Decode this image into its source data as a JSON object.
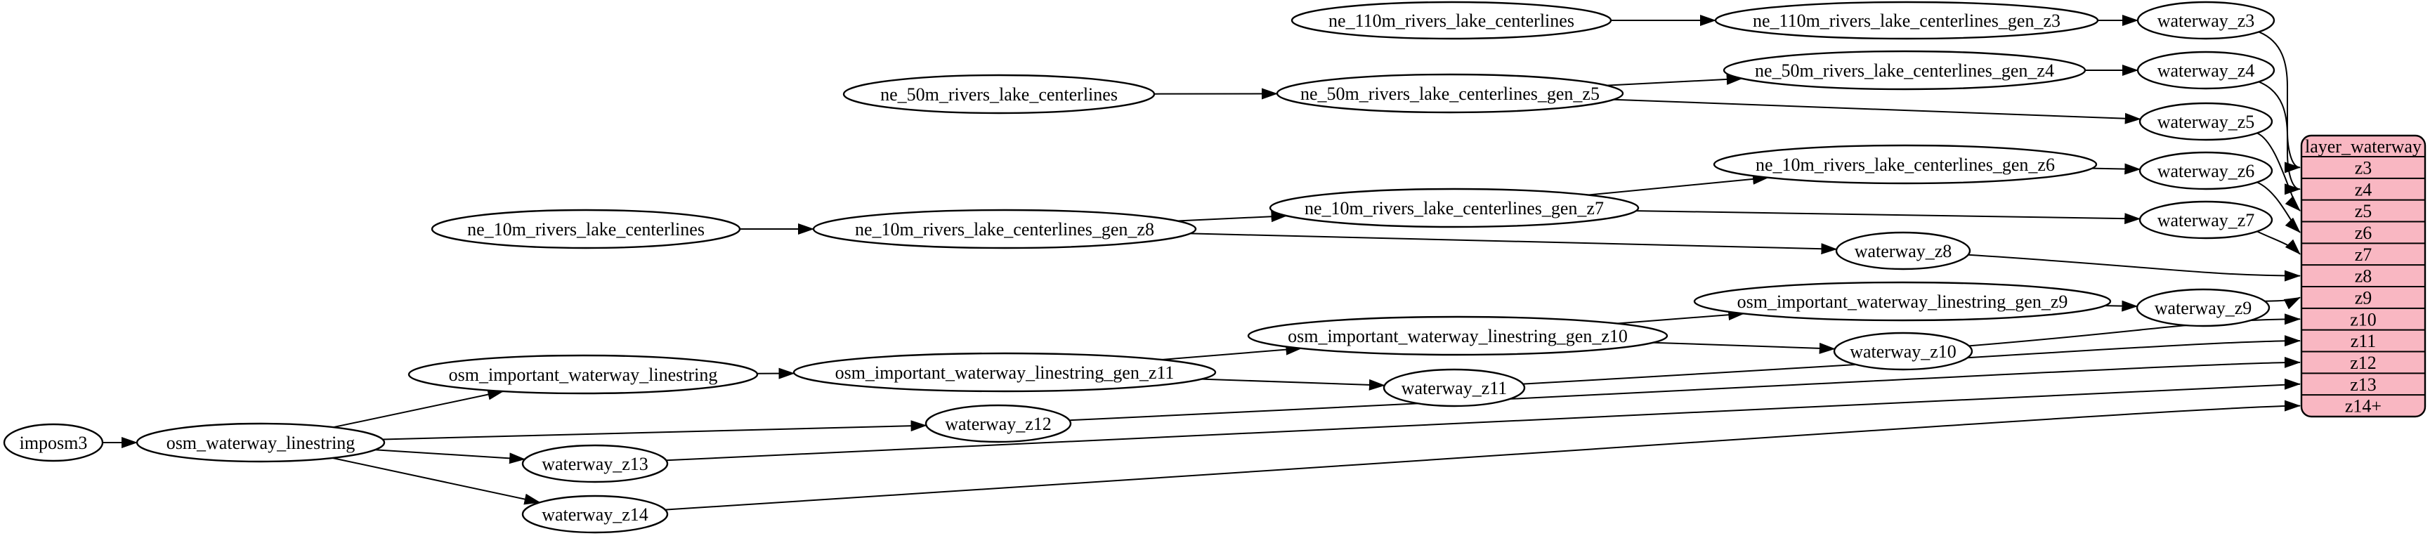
{
  "diagram": {
    "background_color": "#ffffff",
    "node_fill": "#ffffff",
    "node_stroke": "#000000",
    "edge_color": "#000000",
    "nodes": [
      {
        "id": "imposm3",
        "label": "imposm3"
      },
      {
        "id": "osm_waterway_linestring",
        "label": "osm_waterway_linestring"
      },
      {
        "id": "osm_important_waterway_linestring",
        "label": "osm_important_waterway_linestring"
      },
      {
        "id": "osm_important_waterway_linestring_gen_z11",
        "label": "osm_important_waterway_linestring_gen_z11"
      },
      {
        "id": "osm_important_waterway_linestring_gen_z10",
        "label": "osm_important_waterway_linestring_gen_z10"
      },
      {
        "id": "osm_important_waterway_linestring_gen_z9",
        "label": "osm_important_waterway_linestring_gen_z9"
      },
      {
        "id": "ne_110m_rivers_lake_centerlines",
        "label": "ne_110m_rivers_lake_centerlines"
      },
      {
        "id": "ne_110m_rivers_lake_centerlines_gen_z3",
        "label": "ne_110m_rivers_lake_centerlines_gen_z3"
      },
      {
        "id": "ne_50m_rivers_lake_centerlines",
        "label": "ne_50m_rivers_lake_centerlines"
      },
      {
        "id": "ne_50m_rivers_lake_centerlines_gen_z5",
        "label": "ne_50m_rivers_lake_centerlines_gen_z5"
      },
      {
        "id": "ne_50m_rivers_lake_centerlines_gen_z4",
        "label": "ne_50m_rivers_lake_centerlines_gen_z4"
      },
      {
        "id": "ne_10m_rivers_lake_centerlines",
        "label": "ne_10m_rivers_lake_centerlines"
      },
      {
        "id": "ne_10m_rivers_lake_centerlines_gen_z8",
        "label": "ne_10m_rivers_lake_centerlines_gen_z8"
      },
      {
        "id": "ne_10m_rivers_lake_centerlines_gen_z7",
        "label": "ne_10m_rivers_lake_centerlines_gen_z7"
      },
      {
        "id": "ne_10m_rivers_lake_centerlines_gen_z6",
        "label": "ne_10m_rivers_lake_centerlines_gen_z6"
      },
      {
        "id": "waterway_z3",
        "label": "waterway_z3"
      },
      {
        "id": "waterway_z4",
        "label": "waterway_z4"
      },
      {
        "id": "waterway_z5",
        "label": "waterway_z5"
      },
      {
        "id": "waterway_z6",
        "label": "waterway_z6"
      },
      {
        "id": "waterway_z7",
        "label": "waterway_z7"
      },
      {
        "id": "waterway_z8",
        "label": "waterway_z8"
      },
      {
        "id": "waterway_z9",
        "label": "waterway_z9"
      },
      {
        "id": "waterway_z10",
        "label": "waterway_z10"
      },
      {
        "id": "waterway_z11",
        "label": "waterway_z11"
      },
      {
        "id": "waterway_z12",
        "label": "waterway_z12"
      },
      {
        "id": "waterway_z13",
        "label": "waterway_z13"
      },
      {
        "id": "waterway_z14",
        "label": "waterway_z14"
      }
    ],
    "table": {
      "title": "layer_waterway",
      "fill": "#f9b7c2",
      "stroke": "#000000",
      "rows": [
        "z3",
        "z4",
        "z5",
        "z6",
        "z7",
        "z8",
        "z9",
        "z10",
        "z11",
        "z12",
        "z13",
        "z14+"
      ]
    },
    "edges": [
      {
        "from": "imposm3",
        "to": "osm_waterway_linestring"
      },
      {
        "from": "osm_waterway_linestring",
        "to": "osm_important_waterway_linestring"
      },
      {
        "from": "osm_waterway_linestring",
        "to": "waterway_z12"
      },
      {
        "from": "osm_waterway_linestring",
        "to": "waterway_z13"
      },
      {
        "from": "osm_waterway_linestring",
        "to": "waterway_z14"
      },
      {
        "from": "osm_important_waterway_linestring",
        "to": "osm_important_waterway_linestring_gen_z11"
      },
      {
        "from": "osm_important_waterway_linestring_gen_z11",
        "to": "osm_important_waterway_linestring_gen_z10"
      },
      {
        "from": "osm_important_waterway_linestring_gen_z11",
        "to": "waterway_z11"
      },
      {
        "from": "osm_important_waterway_linestring_gen_z10",
        "to": "osm_important_waterway_linestring_gen_z9"
      },
      {
        "from": "osm_important_waterway_linestring_gen_z10",
        "to": "waterway_z10"
      },
      {
        "from": "osm_important_waterway_linestring_gen_z9",
        "to": "waterway_z9"
      },
      {
        "from": "ne_110m_rivers_lake_centerlines",
        "to": "ne_110m_rivers_lake_centerlines_gen_z3"
      },
      {
        "from": "ne_110m_rivers_lake_centerlines_gen_z3",
        "to": "waterway_z3"
      },
      {
        "from": "ne_50m_rivers_lake_centerlines",
        "to": "ne_50m_rivers_lake_centerlines_gen_z5"
      },
      {
        "from": "ne_50m_rivers_lake_centerlines_gen_z5",
        "to": "ne_50m_rivers_lake_centerlines_gen_z4"
      },
      {
        "from": "ne_50m_rivers_lake_centerlines_gen_z5",
        "to": "waterway_z5"
      },
      {
        "from": "ne_50m_rivers_lake_centerlines_gen_z4",
        "to": "waterway_z4"
      },
      {
        "from": "ne_10m_rivers_lake_centerlines",
        "to": "ne_10m_rivers_lake_centerlines_gen_z8"
      },
      {
        "from": "ne_10m_rivers_lake_centerlines_gen_z8",
        "to": "ne_10m_rivers_lake_centerlines_gen_z7"
      },
      {
        "from": "ne_10m_rivers_lake_centerlines_gen_z8",
        "to": "waterway_z8"
      },
      {
        "from": "ne_10m_rivers_lake_centerlines_gen_z7",
        "to": "ne_10m_rivers_lake_centerlines_gen_z6"
      },
      {
        "from": "ne_10m_rivers_lake_centerlines_gen_z7",
        "to": "waterway_z7"
      },
      {
        "from": "ne_10m_rivers_lake_centerlines_gen_z6",
        "to": "waterway_z6"
      },
      {
        "from": "waterway_z3",
        "to": "row:z3"
      },
      {
        "from": "waterway_z4",
        "to": "row:z4"
      },
      {
        "from": "waterway_z5",
        "to": "row:z5"
      },
      {
        "from": "waterway_z6",
        "to": "row:z6"
      },
      {
        "from": "waterway_z7",
        "to": "row:z7"
      },
      {
        "from": "waterway_z8",
        "to": "row:z8"
      },
      {
        "from": "waterway_z9",
        "to": "row:z9"
      },
      {
        "from": "waterway_z10",
        "to": "row:z10"
      },
      {
        "from": "waterway_z11",
        "to": "row:z11"
      },
      {
        "from": "waterway_z12",
        "to": "row:z12"
      },
      {
        "from": "waterway_z13",
        "to": "row:z13"
      },
      {
        "from": "waterway_z14",
        "to": "row:z14+"
      }
    ]
  }
}
